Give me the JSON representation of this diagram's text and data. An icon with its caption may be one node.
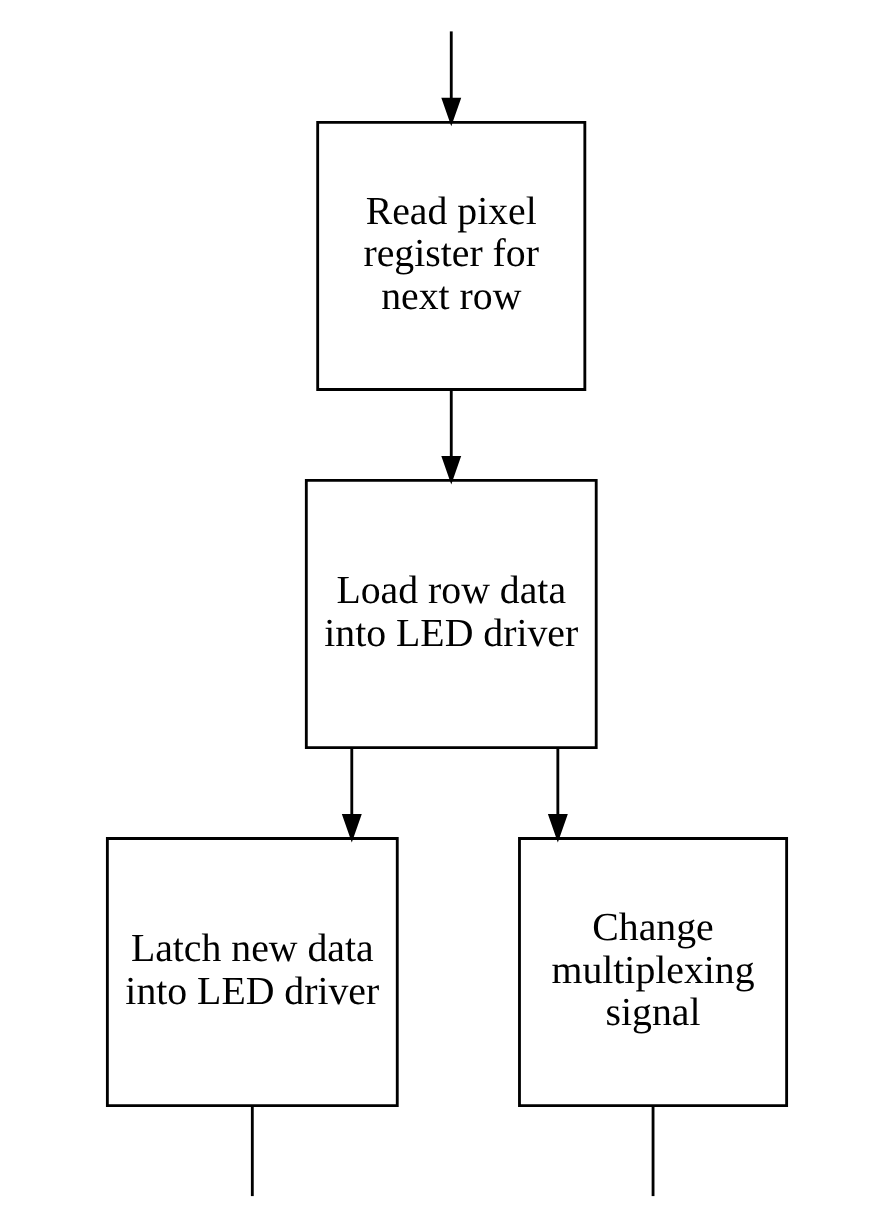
{
  "diagram": {
    "nodes": [
      {
        "text": [
          "Read pixel register for next row"
        ]
      },
      {
        "text": [
          "Load row data into LED driver"
        ]
      },
      {
        "text": [
          "Latch new data into LED driver"
        ]
      },
      {
        "text": [
          "Change multiplexing signal"
        ]
      }
    ],
    "edges": [
      {
        "from": null,
        "to": 0,
        "arrow": "to"
      },
      {
        "from": 0,
        "to": 1,
        "arrow": "to"
      },
      {
        "from": 1,
        "to": 2,
        "arrow": "to"
      },
      {
        "from": 1,
        "to": 3,
        "arrow": "to"
      },
      {
        "from": 2,
        "to": null,
        "arrow": "none"
      },
      {
        "from": 3,
        "to": null,
        "arrow": "none"
      }
    ]
  }
}
